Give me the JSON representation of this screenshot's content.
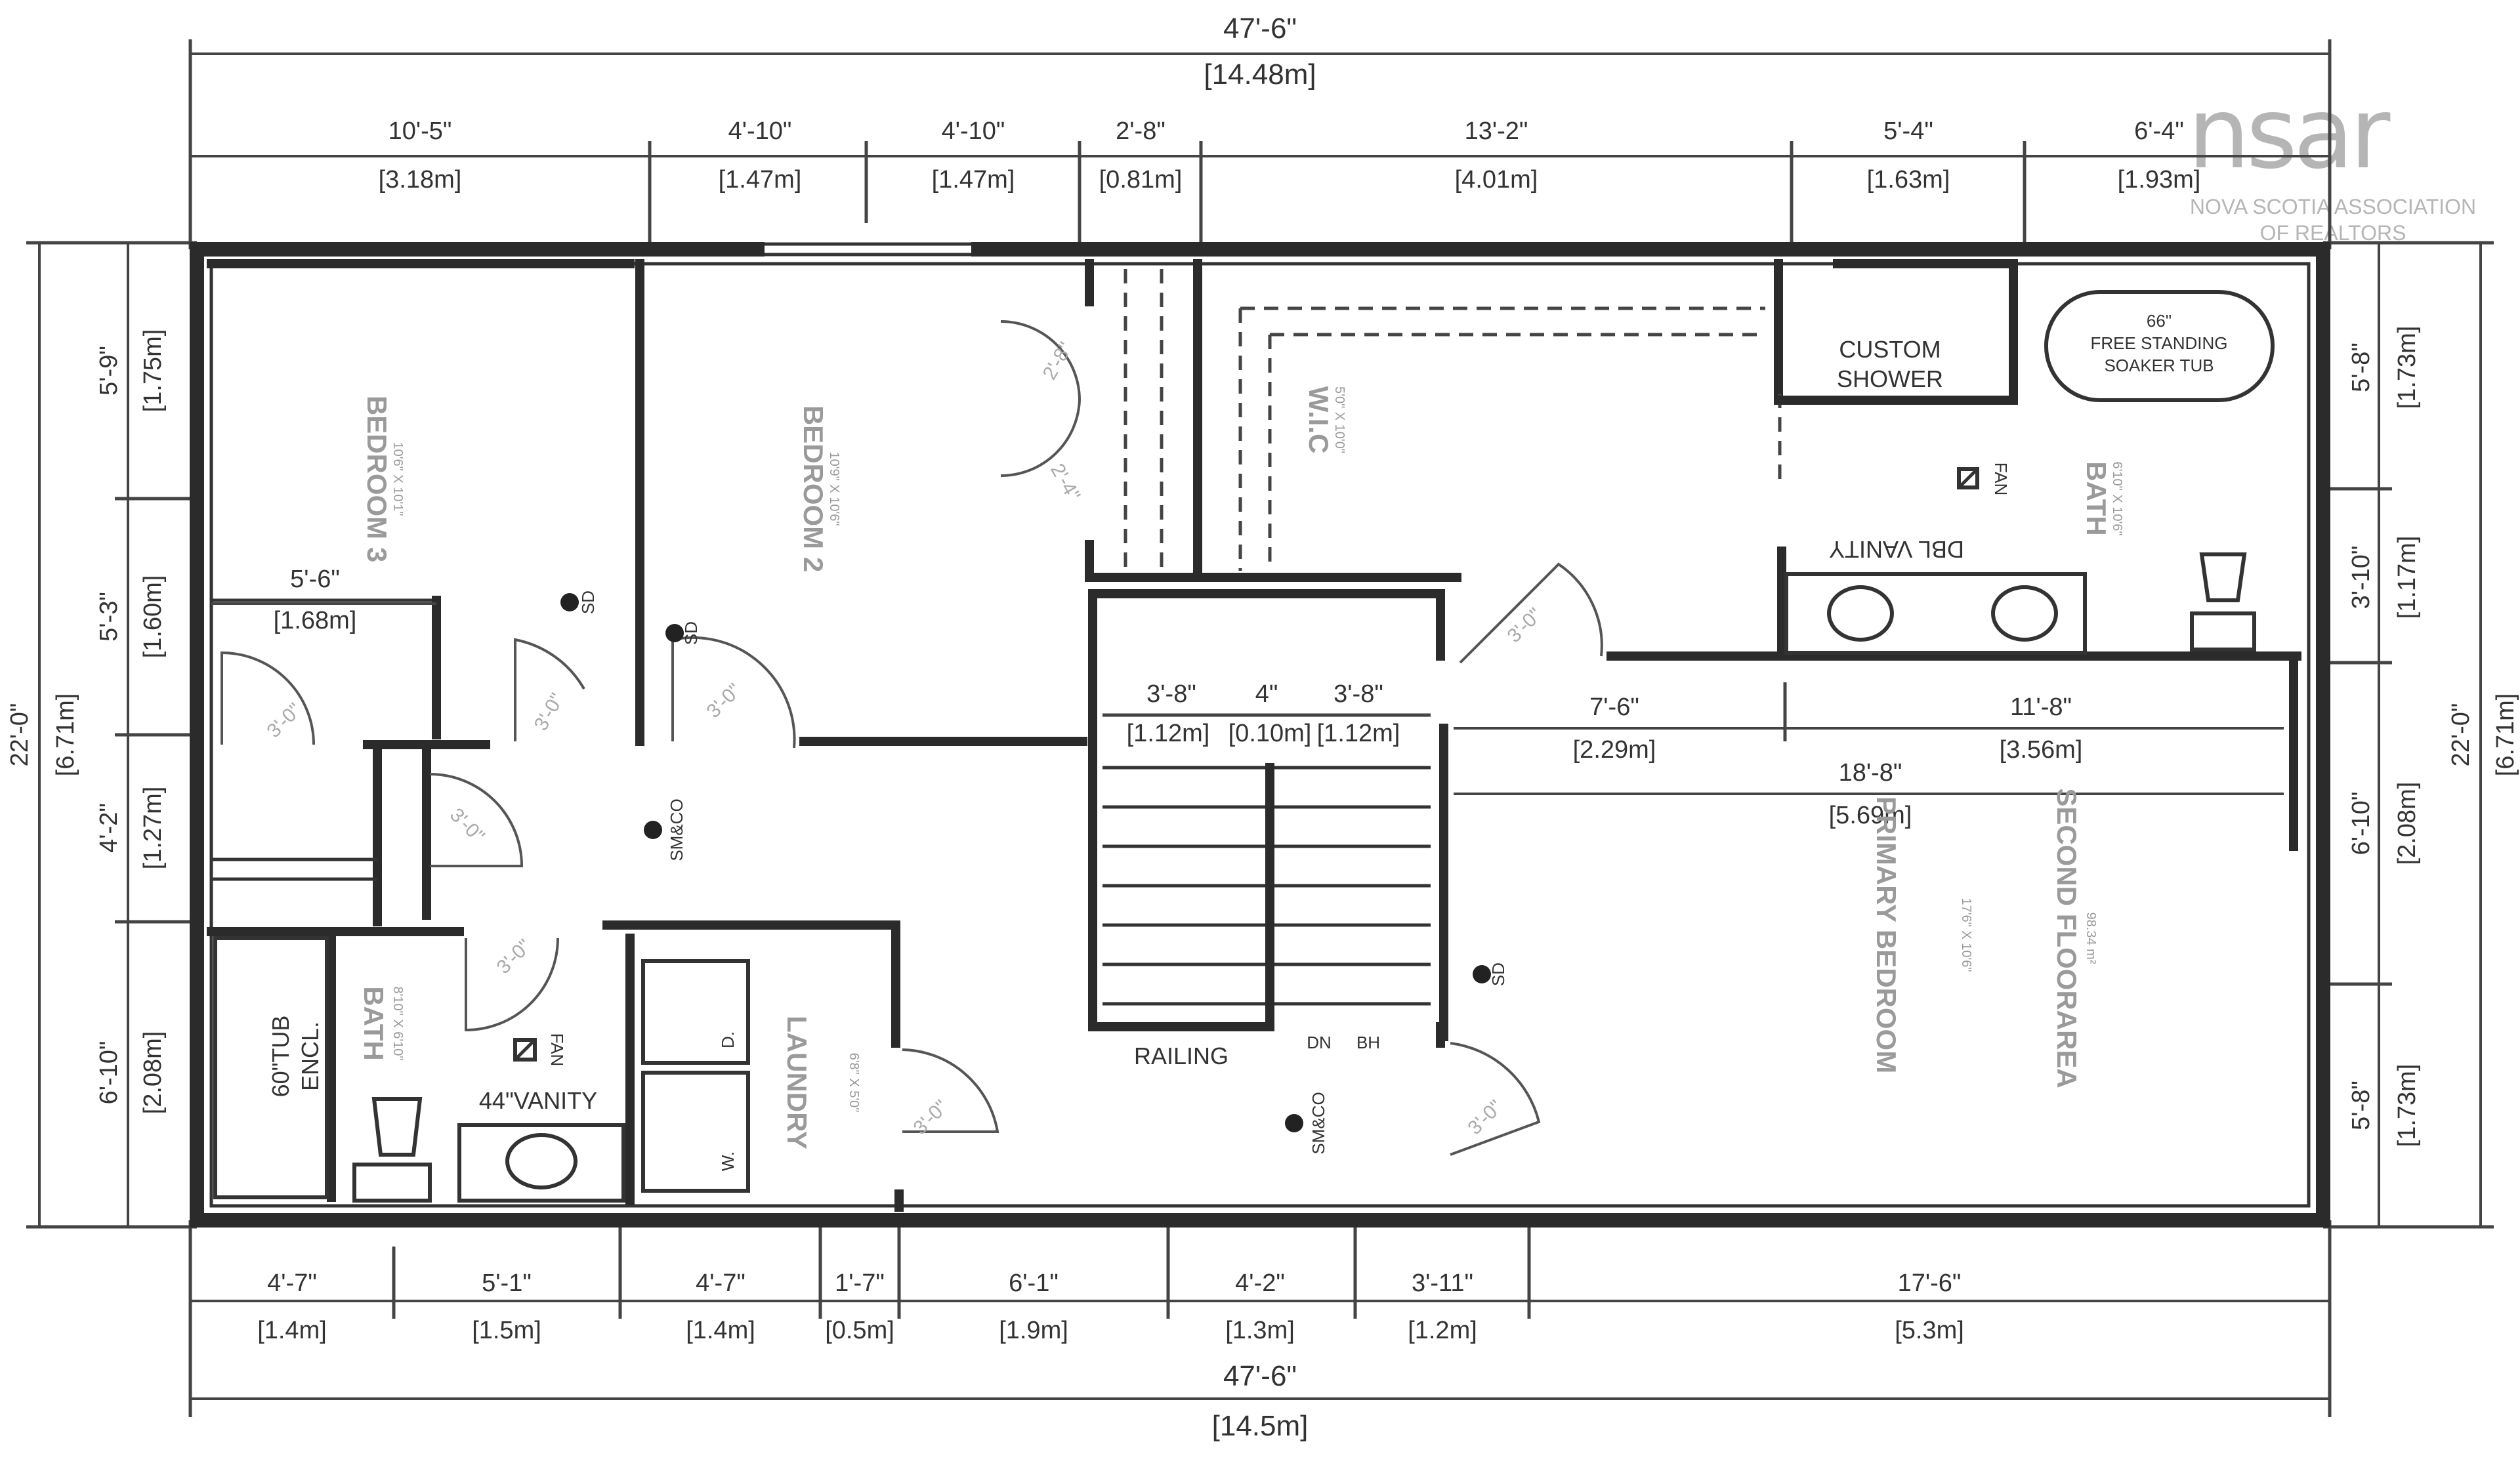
{
  "logo": {
    "text": "nsar",
    "line1": "NOVA SCOTIA ASSOCIATION",
    "line2": "OF REALTORS"
  },
  "dims": {
    "top_total_ft": "47'-6\"",
    "top_total_m": "[14.48m]",
    "top": [
      {
        "ft": "10'-5\"",
        "m": "[3.18m]"
      },
      {
        "ft": "4'-10\"",
        "m": "[1.47m]"
      },
      {
        "ft": "4'-10\"",
        "m": "[1.47m]"
      },
      {
        "ft": "2'-8\"",
        "m": "[0.81m]"
      },
      {
        "ft": "13'-2\"",
        "m": "[4.01m]"
      },
      {
        "ft": "5'-4\"",
        "m": "[1.63m]"
      },
      {
        "ft": "6'-4\"",
        "m": "[1.93m]"
      }
    ],
    "bottom_total_ft": "47'-6\"",
    "bottom_total_m": "[14.5m]",
    "bottom": [
      {
        "ft": "4'-7\"",
        "m": "[1.4m]"
      },
      {
        "ft": "5'-1\"",
        "m": "[1.5m]"
      },
      {
        "ft": "4'-7\"",
        "m": "[1.4m]"
      },
      {
        "ft": "1'-7\"",
        "m": "[0.5m]"
      },
      {
        "ft": "6'-1\"",
        "m": "[1.9m]"
      },
      {
        "ft": "4'-2\"",
        "m": "[1.3m]"
      },
      {
        "ft": "3'-11\"",
        "m": "[1.2m]"
      },
      {
        "ft": "17'-6\"",
        "m": "[5.3m]"
      }
    ],
    "left_total_ft": "22'-0\"",
    "left_total_m": "[6.71m]",
    "left": [
      {
        "ft": "5'-9\"",
        "m": "[1.75m]"
      },
      {
        "ft": "5'-3\"",
        "m": "[1.60m]"
      },
      {
        "ft": "4'-2\"",
        "m": "[1.27m]"
      },
      {
        "ft": "6'-10\"",
        "m": "[2.08m]"
      }
    ],
    "right_total_ft": "22'-0\"",
    "right_total_m": "[6.71m]",
    "right": [
      {
        "ft": "5'-8\"",
        "m": "[1.73m]"
      },
      {
        "ft": "3'-10\"",
        "m": "[1.17m]"
      },
      {
        "ft": "6'-10\"",
        "m": "[2.08m]"
      },
      {
        "ft": "5'-8\"",
        "m": "[1.73m]"
      }
    ],
    "interior": {
      "closet_ft": "5'-6\"",
      "closet_m": "[1.68m]",
      "stair1_ft": "3'-8\"",
      "stair1_m": "[1.12m]",
      "stair2_ft": "4\"",
      "stair2_m": "[0.10m]",
      "stair3_ft": "3'-8\"",
      "stair3_m": "[1.12m]",
      "primary_a_ft": "7'-6\"",
      "primary_a_m": "[2.29m]",
      "primary_b_ft": "11'-8\"",
      "primary_b_m": "[3.56m]",
      "primary_total_ft": "18'-8\"",
      "primary_total_m": "[5.69m]"
    }
  },
  "rooms": {
    "bedroom3": {
      "name": "BEDROOM 3",
      "size": "10'6\" X 10'1\""
    },
    "bedroom2": {
      "name": "BEDROOM 2",
      "size": "10'9\" X 10'6\""
    },
    "wic": {
      "name": "W.I.C",
      "size": "5'0\" X 10'0\""
    },
    "bath_ensuite": {
      "name": "BATH",
      "size": "6'10\" X 10'6\""
    },
    "primary": {
      "name": "PRIMARY BEDROOM",
      "size": "17'6\" X 10'6\""
    },
    "second_floor": {
      "name": "SECOND FLOORAREA",
      "area": "98.34 m²"
    },
    "laundry": {
      "name": "LAUNDRY",
      "size": "6'8\" X 5'0\""
    },
    "bath_main": {
      "name": "BATH",
      "size": "8'10\" X 6'10\""
    }
  },
  "labels": {
    "custom_shower_1": "CUSTOM",
    "custom_shower_2": "SHOWER",
    "tub_1": "66\"",
    "tub_2": "FREE STANDING",
    "tub_3": "SOAKER TUB",
    "dbl_vanity": "DBL VANITY",
    "tub_main_1": "60\"TUB",
    "tub_main_2": "ENCL.",
    "vanity": "44\"VANITY",
    "railing": "RAILING",
    "dn": "DN",
    "bh": "BH",
    "dryer": "D.",
    "washer": "W.",
    "exh_fan": "FAN",
    "exh_fan2": "FAN",
    "smco": "SM&CO",
    "sd": "SD"
  },
  "doors": {
    "d30": "3'-0\"",
    "d28": "2'-8\"",
    "d24": "2'-4\""
  }
}
